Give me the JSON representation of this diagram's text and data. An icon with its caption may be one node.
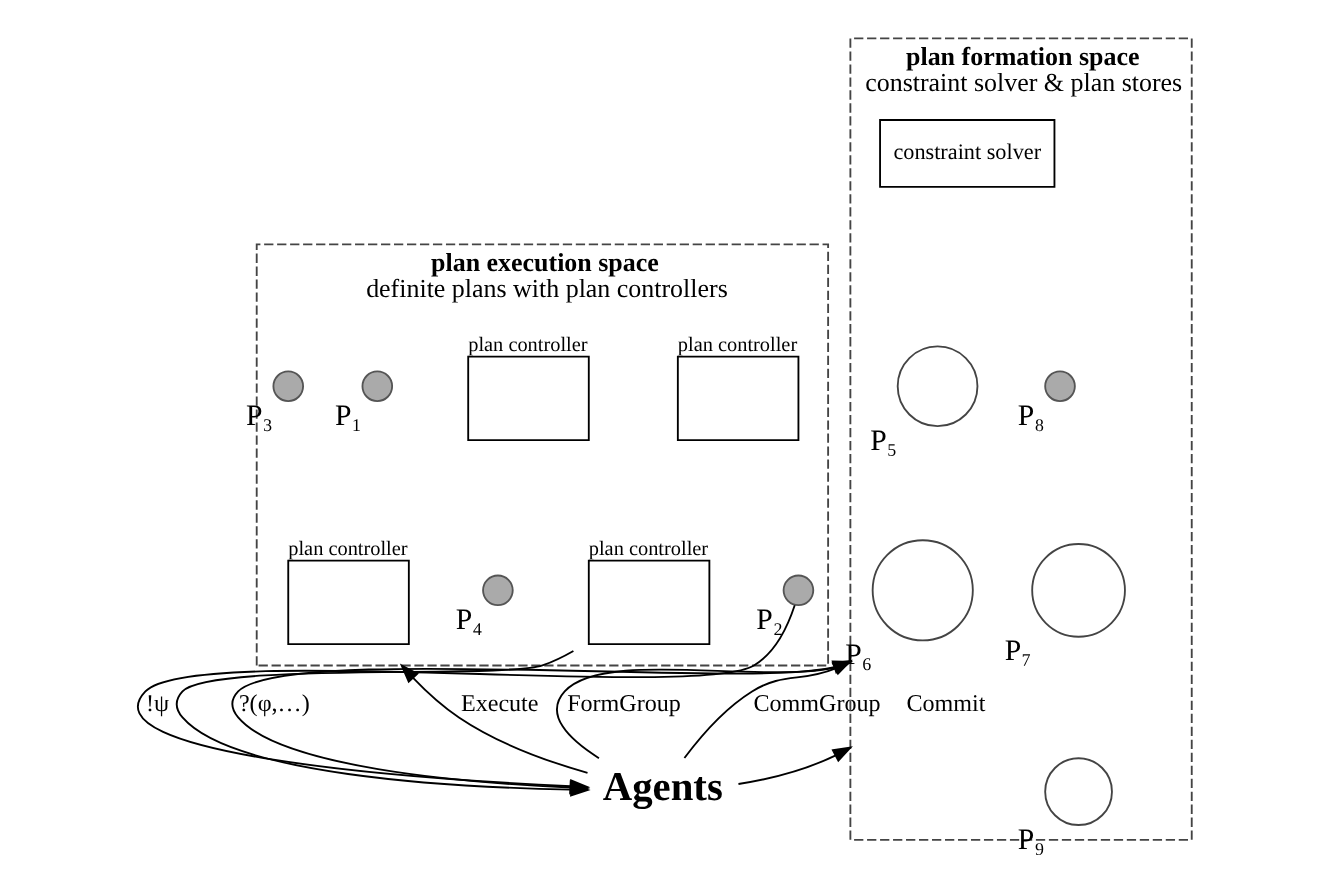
{
  "diagram": {
    "nodes": [
      {
        "text": [
          "plan execution space",
          "definite plans with plan controllers"
        ]
      },
      {
        "text": [],
        "shape": "circle",
        "beside": [
          "P₁"
        ],
        "in": 0
      },
      {
        "text": [
          "plan controller"
        ],
        "in": 0
      },
      {
        "text": [],
        "shape": "circle",
        "beside": [
          "P₃"
        ],
        "in": 0
      },
      {
        "text": [
          "plan controller"
        ],
        "in": 0
      },
      {
        "text": [],
        "shape": "circle",
        "beside": [
          "P₂"
        ],
        "in": 0
      },
      {
        "text": [
          "plan controller"
        ],
        "in": 0
      },
      {
        "text": [],
        "shape": "circle",
        "beside": [
          "P₄"
        ],
        "in": 0
      },
      {
        "text": [
          "plan controller"
        ],
        "in": 0
      },
      {
        "text": [
          "plan formation space",
          "constraint solver & plan stores"
        ]
      },
      {
        "text": [
          "constraint solver"
        ],
        "in": 9
      },
      {
        "text": [],
        "shape": "circle",
        "beside": [
          "P₅"
        ],
        "in": 9
      },
      {
        "text": [],
        "shape": "circle",
        "beside": [
          "P₈"
        ],
        "in": 9
      },
      {
        "text": [],
        "shape": "circle",
        "beside": [
          "P₇"
        ],
        "in": 9
      },
      {
        "text": [],
        "shape": "circle",
        "beside": [
          "P₆"
        ],
        "in": 9
      },
      {
        "text": [],
        "shape": "circle",
        "beside": [
          "P₉"
        ],
        "in": 9
      },
      {
        "text": [
          "Agents"
        ]
      }
    ],
    "edges": [
      {
        "from": 16,
        "to": 0,
        "arrow": "to",
        "label": "Execute"
      },
      {
        "from": 5,
        "to": 16,
        "arrow": "to",
        "label": "!ψ"
      },
      {
        "from": 6,
        "to": 16,
        "arrow": "to"
      },
      {
        "from": 9,
        "to": 16,
        "arrow": "to",
        "label": "?(φ,…)"
      },
      {
        "from": 16,
        "to": 9,
        "arrow": "to",
        "label": "FormGroup"
      },
      {
        "from": 16,
        "to": 9,
        "arrow": "to",
        "label": "CommGroup"
      },
      {
        "from": 16,
        "to": 9,
        "arrow": "to",
        "label": "Commit"
      }
    ]
  }
}
